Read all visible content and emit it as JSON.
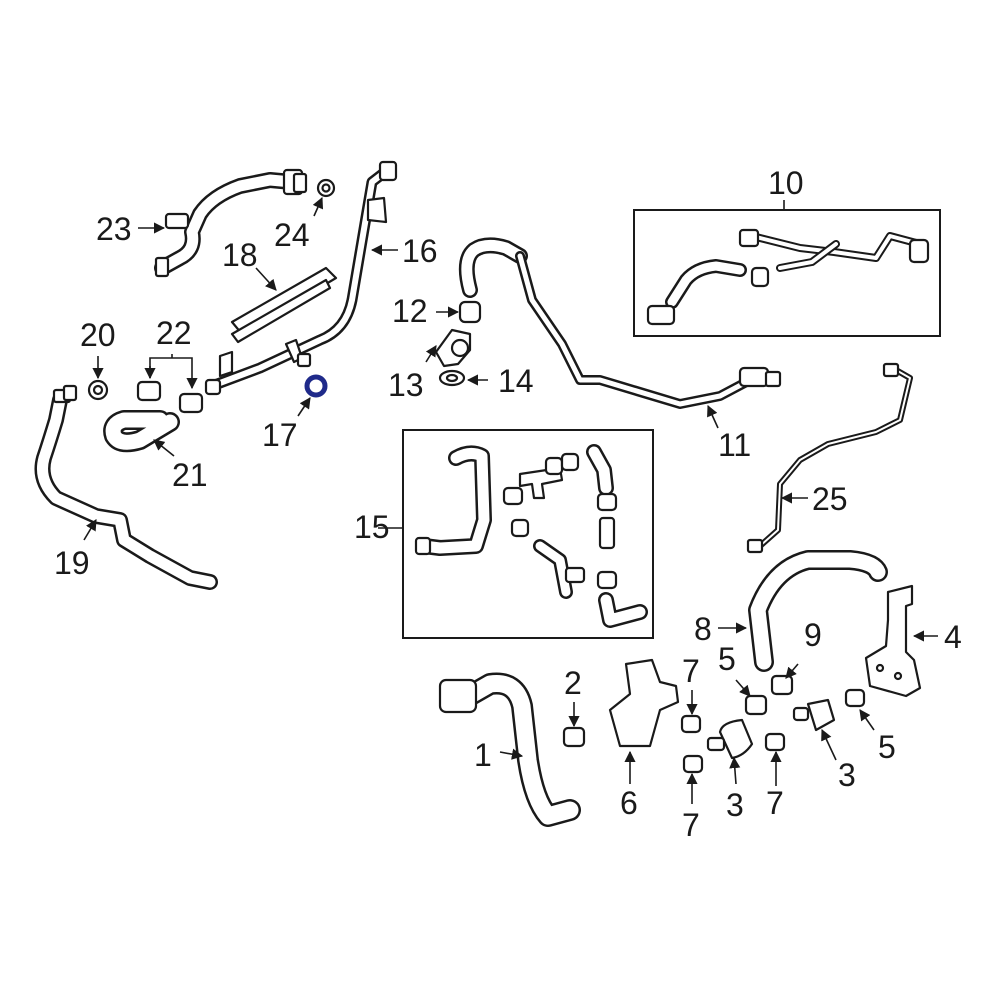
{
  "callouts": {
    "c1": "1",
    "c2": "2",
    "c3a": "3",
    "c3b": "3",
    "c4": "4",
    "c5a": "5",
    "c5b": "5",
    "c6": "6",
    "c7a": "7",
    "c7b": "7",
    "c7c": "7",
    "c8": "8",
    "c9": "9",
    "c10": "10",
    "c11": "11",
    "c12": "12",
    "c13": "13",
    "c14": "14",
    "c15": "15",
    "c16": "16",
    "c17": "17",
    "c18": "18",
    "c19": "19",
    "c20": "20",
    "c21": "21",
    "c22": "22",
    "c23": "23",
    "c24": "24",
    "c25": "25"
  },
  "colors": {
    "line": "#1a1a1a",
    "highlight": "#1f2a8a",
    "background": "#ffffff"
  }
}
